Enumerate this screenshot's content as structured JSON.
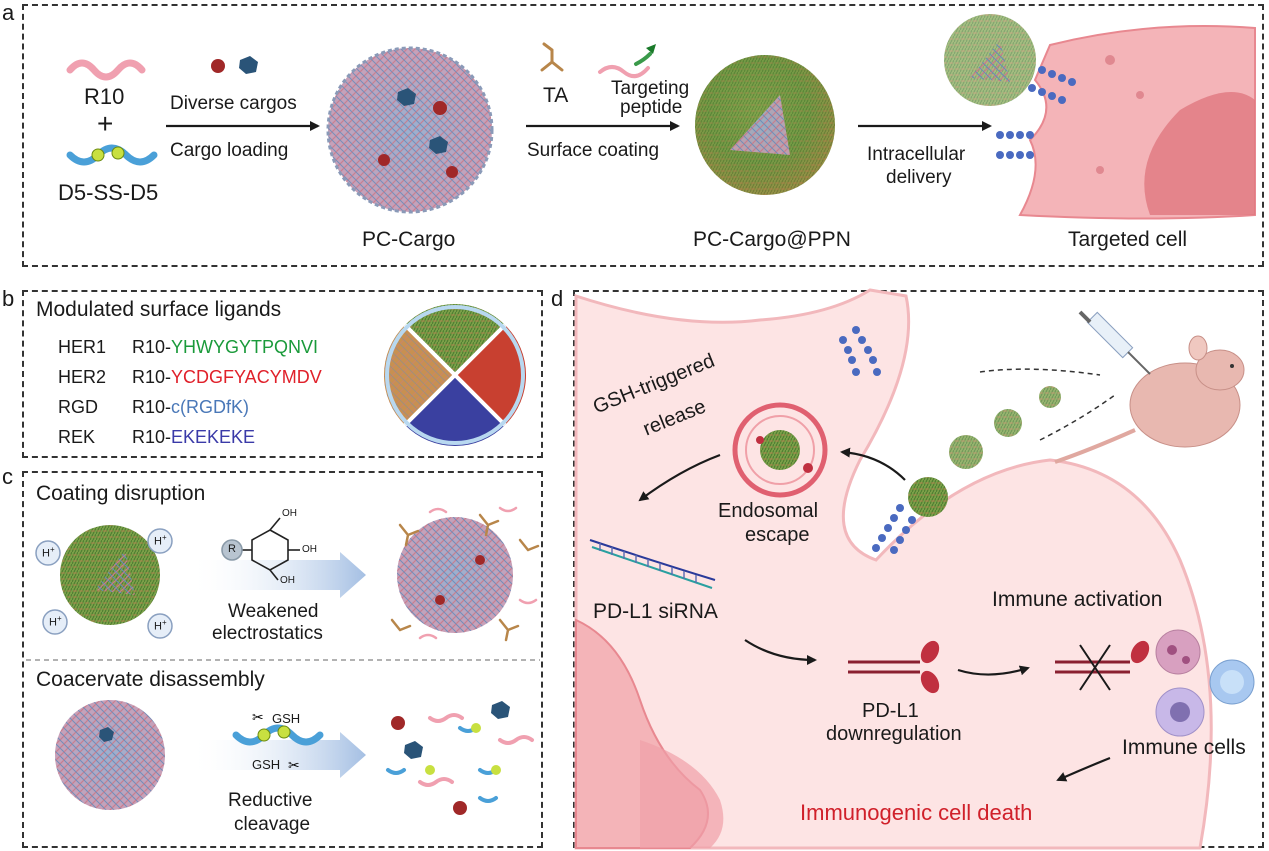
{
  "panels": {
    "a": "a",
    "b": "b",
    "c": "c",
    "d": "d"
  },
  "panel_a": {
    "r10": "R10",
    "plus": "+",
    "d5ssd5": "D5-SS-D5",
    "diverse_cargos": "Diverse cargos",
    "cargo_loading": "Cargo loading",
    "pc_cargo": "PC-Cargo",
    "ta": "TA",
    "targeting_peptide_1": "Targeting",
    "targeting_peptide_2": "peptide",
    "surface_coating": "Surface coating",
    "pc_cargo_ppn": "PC-Cargo@PPN",
    "intracellular_1": "Intracellular",
    "intracellular_2": "delivery",
    "targeted_cell": "Targeted cell"
  },
  "panel_b": {
    "title": "Modulated surface ligands",
    "ligands": [
      {
        "name": "HER1",
        "prefix": "R10-",
        "seq": "YHWYGYTPQNVI",
        "color": "#1a9a3a"
      },
      {
        "name": "HER2",
        "prefix": "R10-",
        "seq": "YCDGFYACYMDV",
        "color": "#e0202a"
      },
      {
        "name": "RGD",
        "prefix": "R10-",
        "seq": "c(RGDfK)",
        "color": "#4a78b8"
      },
      {
        "name": "REK",
        "prefix": "R10-",
        "seq": "EKEKEKE",
        "color": "#3a3aa8"
      }
    ]
  },
  "panel_c": {
    "coating_disruption": "Coating disruption",
    "weakened_1": "Weakened",
    "weakened_2": "electrostatics",
    "hplus": "H",
    "plus_sup": "+",
    "r_label": "R",
    "oh": "OH",
    "coacervate": "Coacervate disassembly",
    "gsh": "GSH",
    "reductive_1": "Reductive",
    "reductive_2": "cleavage"
  },
  "panel_d": {
    "gsh_triggered_1": "GSH-triggered",
    "gsh_triggered_2": "release",
    "endosomal_1": "Endosomal",
    "endosomal_2": "escape",
    "sirna": "PD-L1 siRNA",
    "pdl1_1": "PD-L1",
    "pdl1_2": "downregulation",
    "immune_activation": "Immune activation",
    "immune_cells": "Immune cells",
    "icd": "Immunogenic cell death"
  },
  "colors": {
    "r10": "#f0a0b0",
    "d5": "#4aa0d8",
    "ss": "#b8d830",
    "cell": "#f6b8bc",
    "cell_edge": "#e88890",
    "receptor": "#4a6ac0",
    "pdl1": "#c03040",
    "icd": "#d0202a"
  }
}
